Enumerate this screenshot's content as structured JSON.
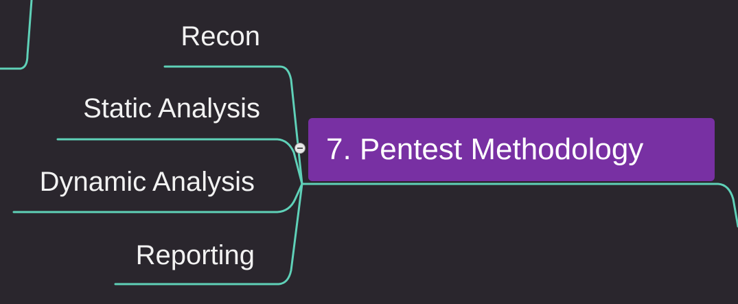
{
  "mindmap": {
    "central_topic": "7. Pentest Methodology",
    "branches": [
      {
        "label": "Recon"
      },
      {
        "label": "Static Analysis"
      },
      {
        "label": "Dynamic Analysis"
      },
      {
        "label": "Reporting"
      }
    ],
    "colors": {
      "background": "#2a262d",
      "connector": "#5fd1b8",
      "central_node": "#7830a3",
      "text": "#f2f2f2"
    },
    "toggle_icon": "minus-circle-icon"
  }
}
